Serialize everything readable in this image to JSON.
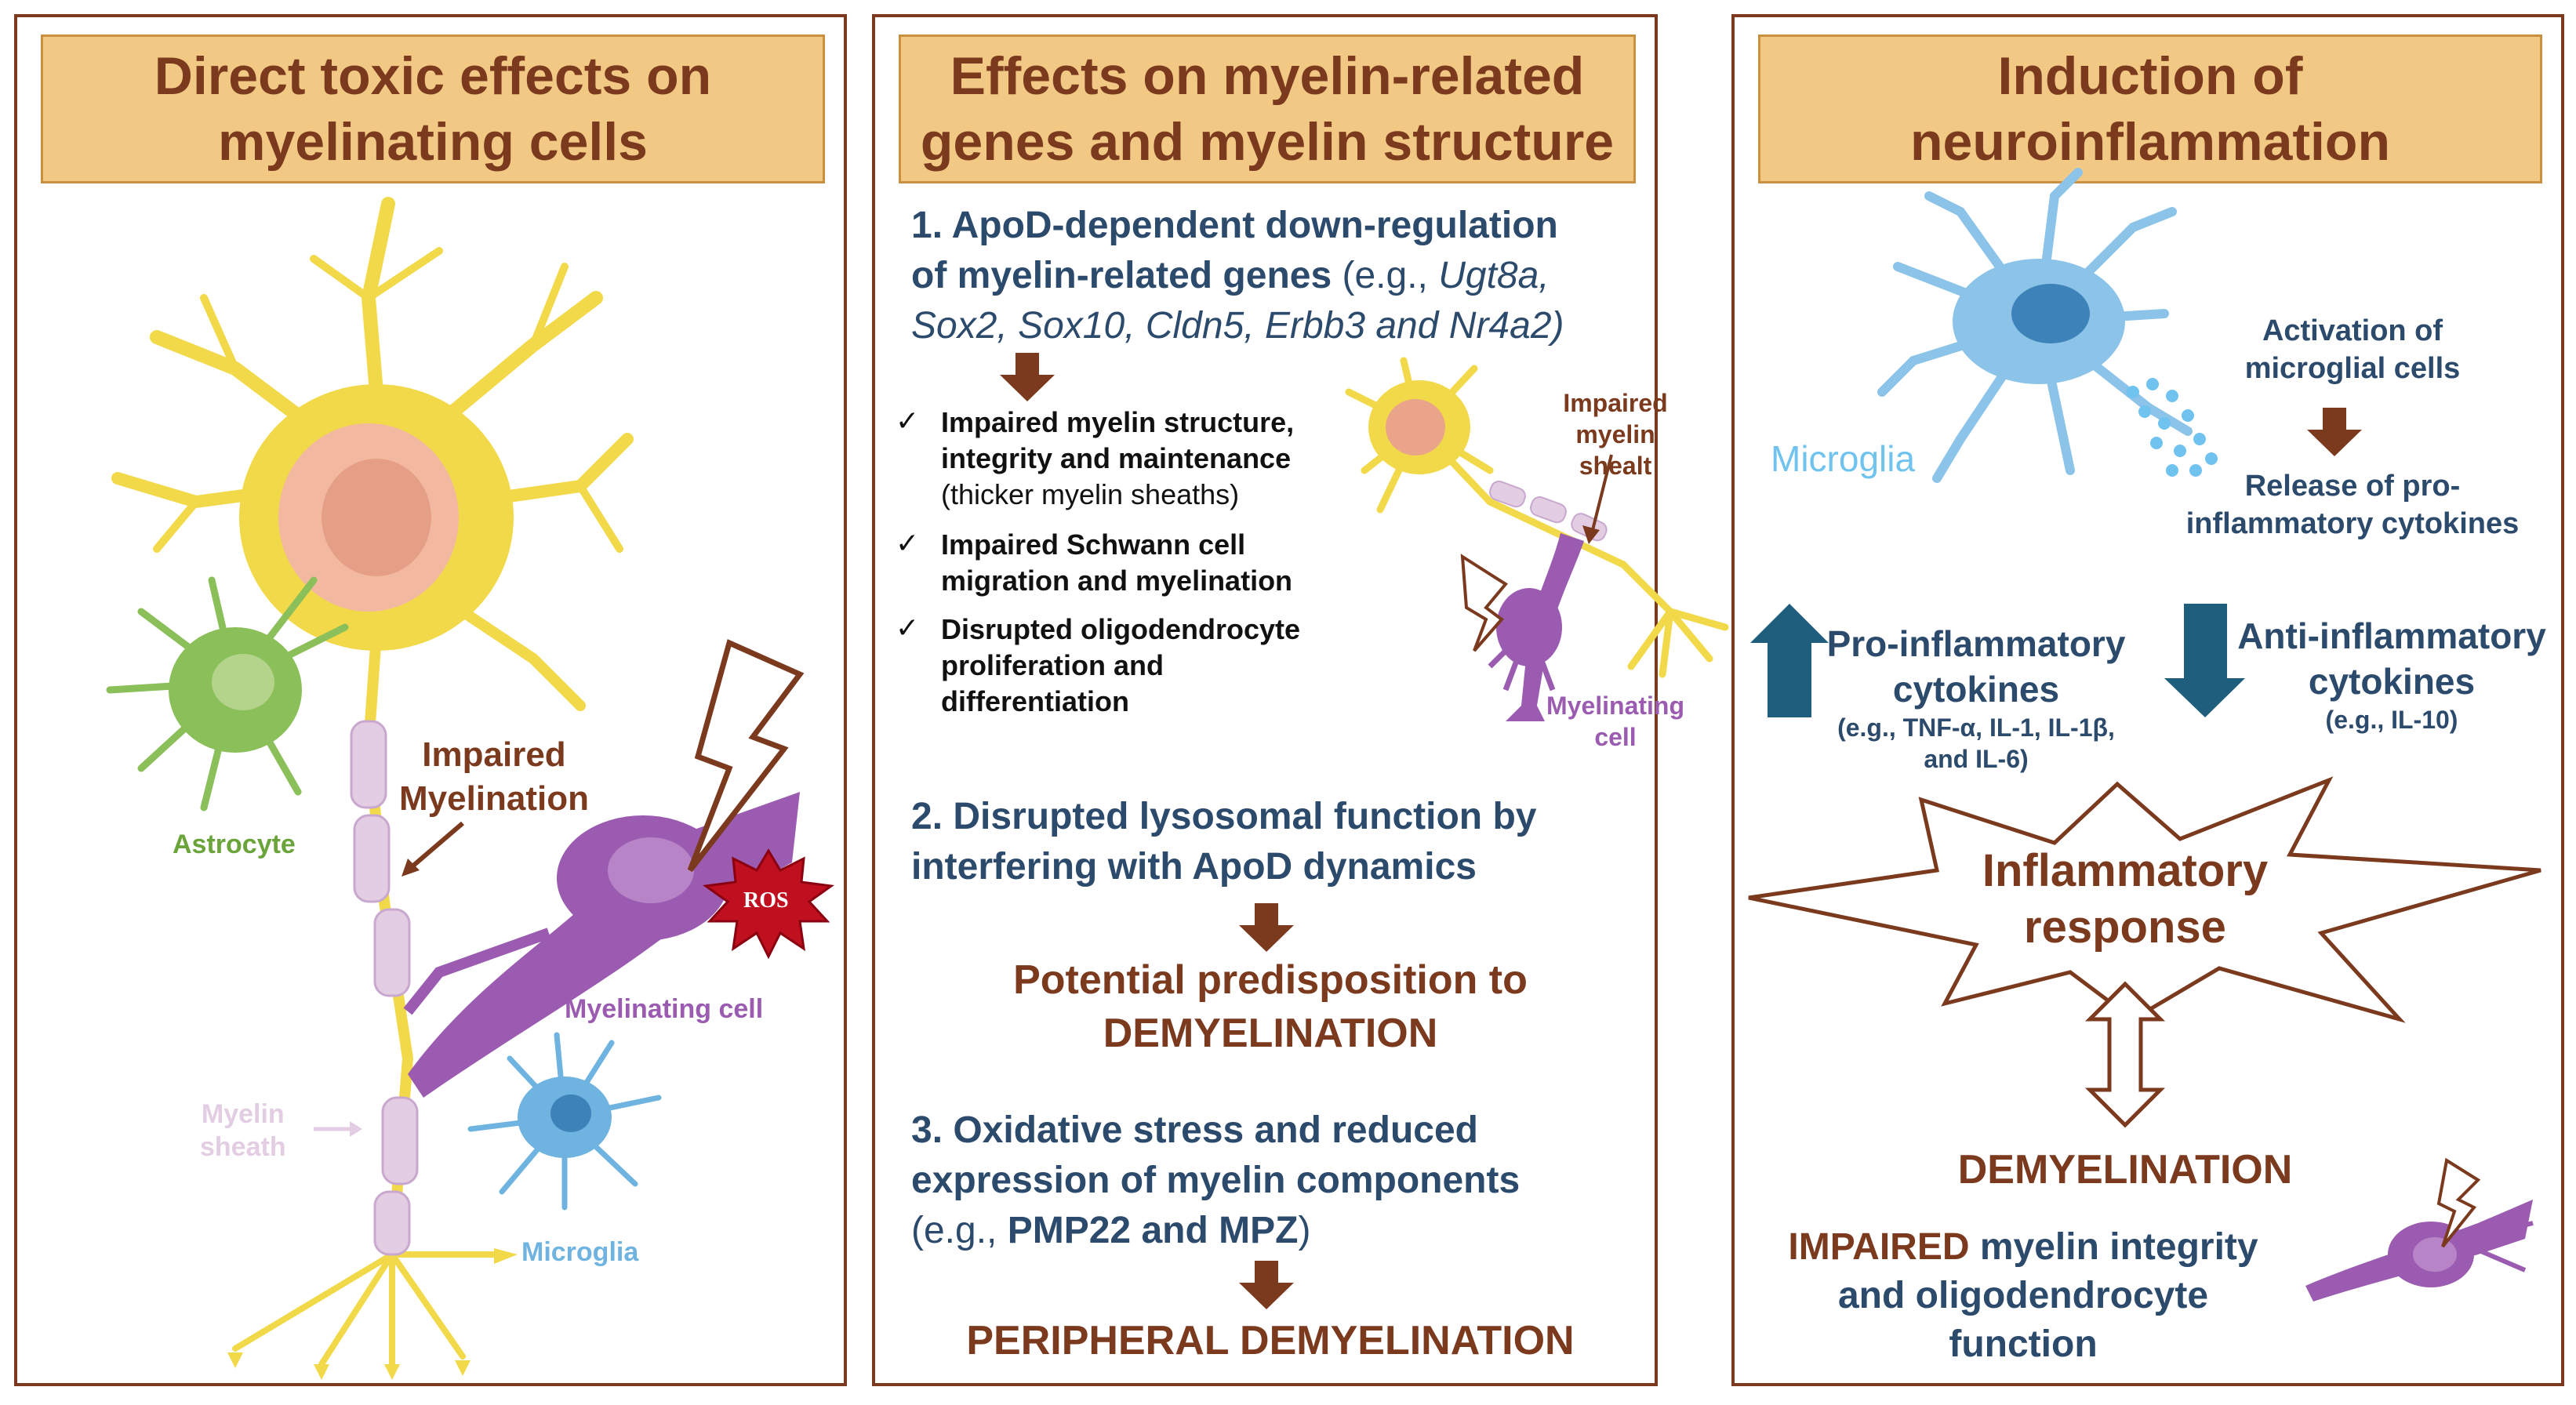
{
  "panel1": {
    "title_line1": "Direct toxic effects on",
    "title_line2": "myelinating cells",
    "label_impaired_line1": "Impaired",
    "label_impaired_line2": "Myelination",
    "label_astrocyte": "Astrocyte",
    "label_ros": "ROS",
    "label_myelinating_cell": "Myelinating cell",
    "label_myelin_line1": "Myelin",
    "label_myelin_line2": "sheath",
    "label_microglia": "Microglia"
  },
  "panel2": {
    "title_line1": "Effects on myelin-related",
    "title_line2": "genes and myelin structure",
    "s1_line1": "1. ApoD-dependent down-regulation",
    "s1_line2_bold": "of myelin-related genes",
    "s1_line2_rest": " (e.g., ",
    "s1_line2_gene": "Ugt8a,",
    "s1_line3": "Sox2, Sox10, Cldn5, Erbb3 and Nr4a2)",
    "check": "✓",
    "item1_bold_a": "Impaired myelin structure,",
    "item1_bold_b": "integrity and maintenance",
    "item1_note": "(thicker myelin sheaths)",
    "item2_a": "Impaired Schwann cell",
    "item2_b": "migration and myelination",
    "item3_a": "Disrupted oligodendrocyte",
    "item3_b": "proliferation and",
    "item3_c": "differentiation",
    "label_impaired_line1": "Impaired",
    "label_impaired_line2": "myelin",
    "label_impaired_line3": "shealt",
    "label_myel_line1": "Myelinating",
    "label_myel_line2": "cell",
    "s2_line1": "2. Disrupted lysosomal function by",
    "s2_line2": "interfering with ApoD dynamics",
    "s2_out_line1": "Potential predisposition to",
    "s2_out_line2": "DEMYELINATION",
    "s3_line1": "3. Oxidative stress and reduced",
    "s3_line2": "expression of myelin components",
    "s3_line3_a": "(e.g., ",
    "s3_line3_b": "PMP22 and MPZ",
    "s3_line3_c": ")",
    "s3_out": "PERIPHERAL DEMYELINATION"
  },
  "panel3": {
    "title_line1": "Induction of",
    "title_line2": "neuroinflammation",
    "label_microglia": "Microglia",
    "activation_line1": "Activation of",
    "activation_line2": "microglial cells",
    "release_line1": "Release of pro-",
    "release_line2": "inflammatory cytokines",
    "pro_line1": "Pro-inflammatory",
    "pro_line2": "cytokines",
    "pro_ex1": "(e.g., TNF-α, IL-1, IL-1β,",
    "pro_ex2": "and IL-6)",
    "anti_line1": "Anti-inflammatory",
    "anti_line2": "cytokines",
    "anti_ex": "(e.g., IL-10)",
    "response_line1": "Inflammatory",
    "response_line2": "response",
    "demyelination": "DEMYELINATION",
    "impaired_word": "IMPAIRED",
    "impaired_rest": " myelin integrity",
    "impaired_line2": "and oligodendrocyte",
    "impaired_line3": "function"
  },
  "colors": {
    "brown": "#7b3a1e",
    "title_fill": "#f1c985",
    "navy": "#2b4a6c",
    "arrow_teal": "#1f5f7d",
    "neuron_yellow": "#f2d94a",
    "astrocyte_green": "#8bbf5a",
    "myelinating_purple": "#9a5bb0",
    "microglia_blue": "#6fb3e0",
    "myelin_pink": "#e3cde3"
  }
}
